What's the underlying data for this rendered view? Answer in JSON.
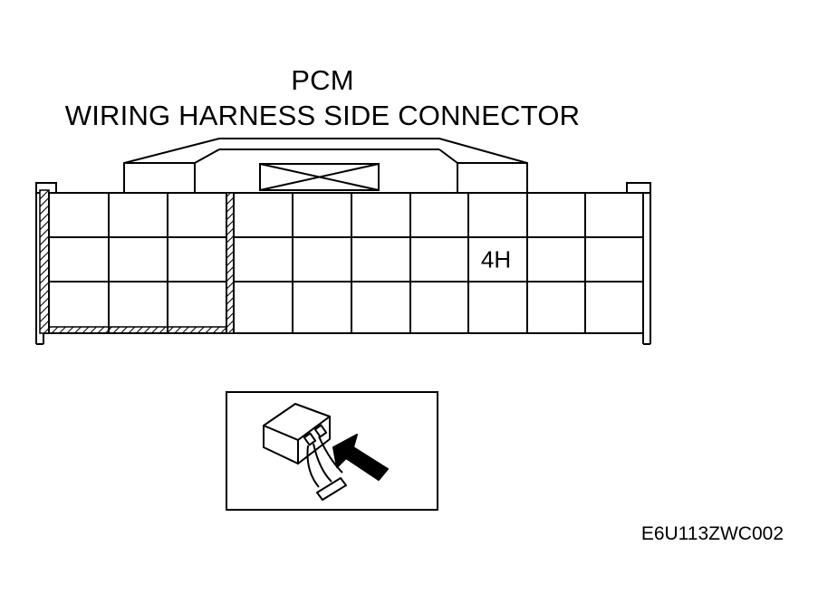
{
  "title": {
    "line1": "PCM",
    "line2": "WIRING HARNESS SIDE CONNECTOR"
  },
  "connector": {
    "rows": 3,
    "columns": 10,
    "terminal_label": "4H",
    "terminal_row": 2,
    "terminal_column": 8
  },
  "inset": {
    "icon": "probe-into-connector-back-icon"
  },
  "figure_code": "E6U113ZWC002",
  "colors": {
    "line": "#000000",
    "background": "#ffffff"
  }
}
